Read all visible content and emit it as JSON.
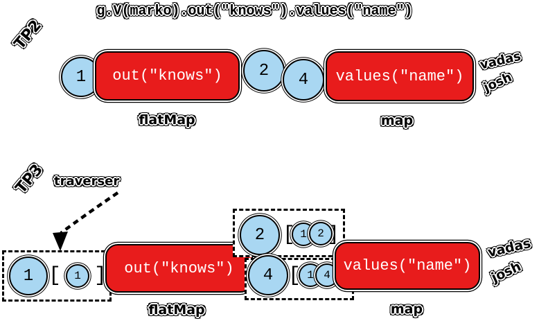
{
  "title": "g.V(marko).out(\"knows\").values(\"name\")",
  "colors": {
    "box_red": "#e81c1c",
    "circle_blue": "#a9d7f2",
    "box_text": "#ffffff",
    "outline": "#000000"
  },
  "brackets": {
    "open": "[",
    "close": "]"
  },
  "tp2": {
    "label": "TP2",
    "input_circle": "1",
    "box1_text": "out(\"knows\")",
    "box1_caption": "flatMap",
    "mid_circle_a": "2",
    "mid_circle_b": "4",
    "box2_text": "values(\"name\")",
    "box2_caption": "map",
    "output_top": "vadas",
    "output_bottom": "josh"
  },
  "tp3": {
    "label": "TP3",
    "annotation": "traverser",
    "traverser1": {
      "value": "1",
      "bulk": "1"
    },
    "box1_text": "out(\"knows\")",
    "box1_caption": "flatMap",
    "traverser2": {
      "value": "2",
      "path_a": "1",
      "path_b": "2"
    },
    "traverser3": {
      "value": "4",
      "path_a": "1",
      "path_b": "4"
    },
    "box2_text": "values(\"name\")",
    "box2_caption": "map",
    "output_top": "vadas",
    "output_bottom": "josh"
  }
}
